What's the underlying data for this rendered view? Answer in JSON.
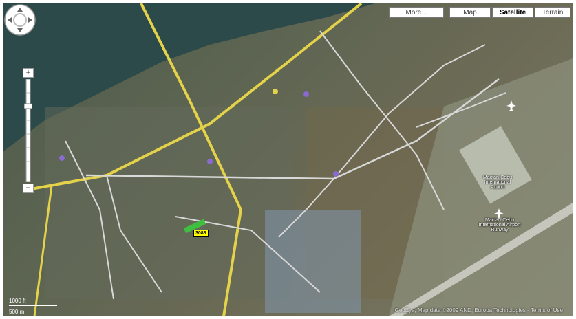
{
  "map_type_buttons": {
    "more": "More...",
    "map": "Map",
    "satellite": "Satellite",
    "terrain": "Terrain",
    "selected": "Satellite"
  },
  "controls": {
    "zoom_in_label": "+",
    "zoom_out_label": "−"
  },
  "scale": {
    "imperial": "1000 ft",
    "metric": "500 m"
  },
  "attribution": "GeoEye, Map data ©2009 AND, Europa Technologies - Terms of Use",
  "poi_marker_label": "3088",
  "place_labels": {
    "airport": "Mactan-Cebu International Airport",
    "runway": "Mactan-Cebu International Airport Runway"
  },
  "colors": {
    "water": "#2c4a4a",
    "road_major": "#e3d24a",
    "road_minor": "#d8d8d8",
    "land": "#5d6552",
    "airport_area": "#9aa08e"
  },
  "icons": [
    "pan-control-icon",
    "zoom-slider-icon",
    "airport-icon"
  ]
}
